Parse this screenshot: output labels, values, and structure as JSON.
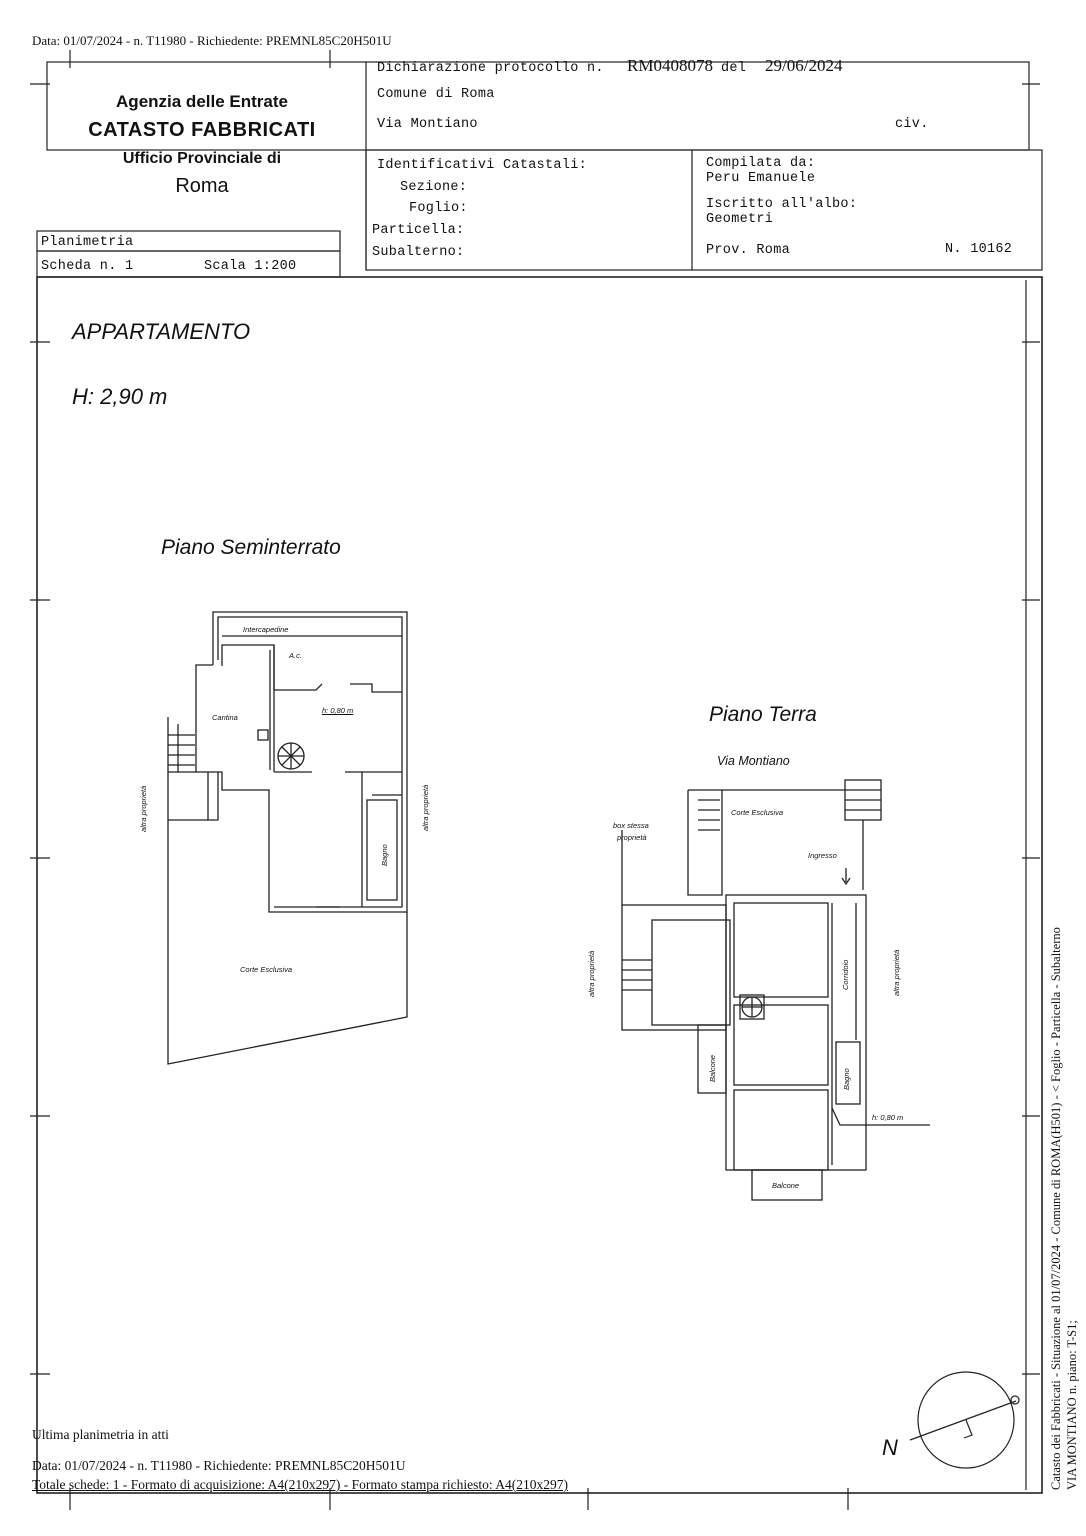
{
  "page_header": "Data: 01/07/2024 - n. T11980 - Richiedente: PREMNL85C20H501U",
  "agency": {
    "line1": "Agenzia delle Entrate",
    "line2": "CATASTO FABBRICATI",
    "line3": "Ufficio Provinciale di",
    "line4": "Roma"
  },
  "dichiarazione": {
    "label": "Dichiarazione protocollo n.",
    "number": "RM0408078",
    "del_label": "del",
    "date": "29/06/2024"
  },
  "comune": "Comune di Roma",
  "via": "Via Montiano",
  "civ_label": "civ.",
  "identificativi": {
    "title": "Identificativi Catastali:",
    "sezione": "Sezione:",
    "foglio": "Foglio:",
    "particella": "Particella:",
    "subalterno": "Subalterno:"
  },
  "compilata": {
    "label": "Compilata da:",
    "name": "Peru Emanuele",
    "albo_label": "Iscritto all'albo:",
    "albo": "Geometri",
    "prov": "Prov. Roma",
    "numero": "N. 10162"
  },
  "planimetria": "Planimetria",
  "scheda": "Scheda n. 1",
  "scala": "Scala 1:200",
  "titles": {
    "appartamento": "APPARTAMENTO",
    "altezza": "H: 2,90 m",
    "piano_seminterrato": "Piano Seminterrato",
    "piano_terra": "Piano Terra"
  },
  "seminterrato_labels": {
    "intercapedine": "Intercapedine",
    "ac": "A.c.",
    "cantina": "Cantina",
    "h080": "h: 0,80 m",
    "altra_left": "altra proprietà",
    "altra_right": "altra proprietà",
    "bagno": "Bagno",
    "corte": "Corte Esclusiva"
  },
  "terra_labels": {
    "via_montiano": "Via Montiano",
    "corte": "Corte Esclusiva",
    "box": "box stessa",
    "box2": "proprietà",
    "ingresso": "Ingresso",
    "altra_left": "altra proprietà",
    "altra_right": "altra proprietà",
    "corridoio": "Corridoio",
    "balcone_side": "Balcone",
    "bagno": "Bagno",
    "h080": "h: 0,80 m",
    "balcone_bottom": "Balcone"
  },
  "side_text": {
    "line1": "Catasto dei Fabbricati - Situazione al 01/07/2024 - Comune di ROMA(H501) - < Foglio    - Particella    - Subalterno",
    "line2": "VIA MONTIANO n.    piano: T-S1;"
  },
  "north_label": "N",
  "footer": {
    "ultima": "Ultima planimetria in atti",
    "data": "Data: 01/07/2024 - n. T11980 - Richiedente: PREMNL85C20H501U",
    "totale": "Totale schede: 1 - Formato di acquisizione: A4(210x297)  - Formato stampa richiesto: A4(210x297)"
  }
}
